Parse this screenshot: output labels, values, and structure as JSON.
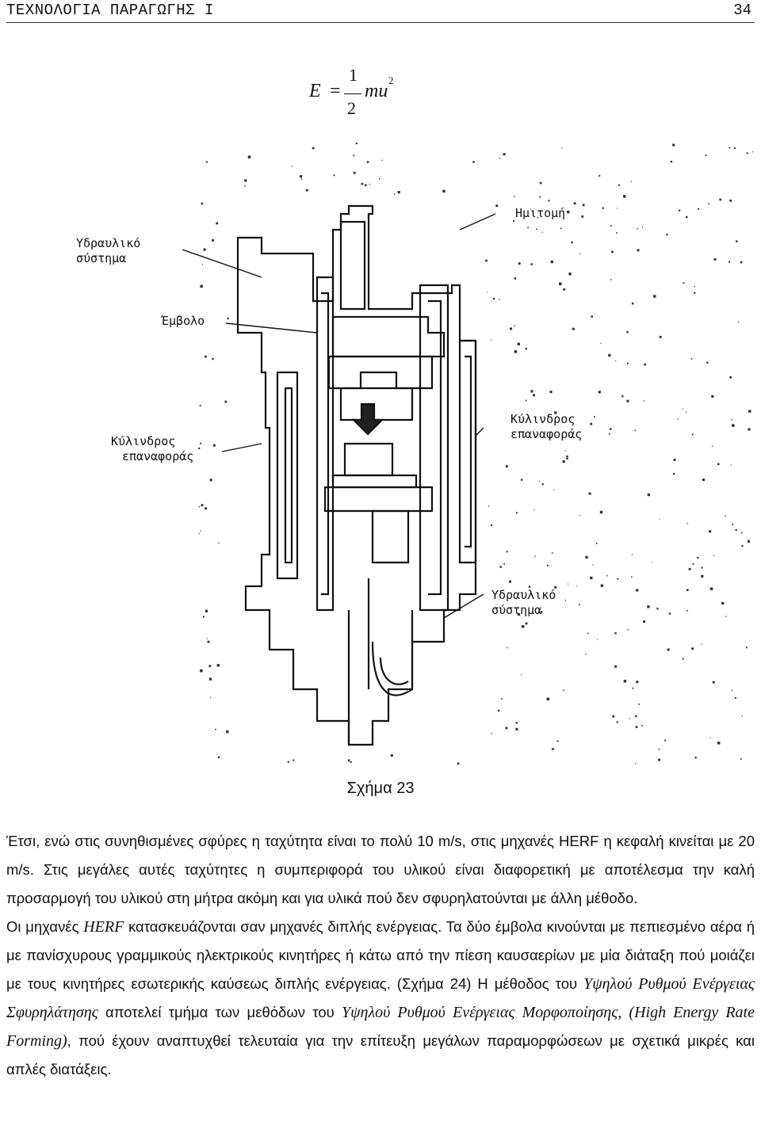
{
  "header": {
    "title": "ΤΕΧΝΟΛΟΓΙΑ ΠΑΡΑΓΩΓΗΣ Ι",
    "page": "34"
  },
  "formula": {
    "lhs": "E",
    "eq": "=",
    "numerator": "1",
    "denominator": "2",
    "rhs": "mu",
    "exponent": "2"
  },
  "figure": {
    "labels": {
      "hydraulic_top": [
        "Υδραυλικό",
        "σύστημα"
      ],
      "ram": "Έμβολο",
      "half_die": "Ημιτομή",
      "return_cyl_left": [
        "Κύλινδρος",
        "επαναφοράς"
      ],
      "return_cyl_right": [
        "Κύλινδρος",
        "επαναφοράς"
      ],
      "hydraulic_bottom": [
        "Υδραυλικό",
        "σύστημα"
      ]
    },
    "caption": "Σχήμα 23"
  },
  "body": {
    "p1": "Έτσι, ενώ στις συνηθισμένες σφύρες η ταχύτητα είναι το πολύ 10 m/s, στις μηχανές HERF η κεφαλή κινείται με 20 m/s. Στις μεγάλες αυτές ταχύτητες η συμπεριφορά του υλικού είναι διαφορετική με αποτέλεσμα την καλή προσαρμογή του υλικού στη μήτρα ακόμη και για υλικά πού δεν σφυρηλατούνται με άλλη μέθοδο.",
    "p2_pre": "Οι μηχανές ",
    "p2_herf": "HERF",
    "p2_mid1": " κατασκευάζονται σαν μηχανές διπλής ενέργειας. Τα δύο έμβολα κινούνται με πεπιεσμένο αέρα ή με πανίσχυρους γραμμικούς ηλεκτρικούς κινητήρες ή κάτω από την πίεση καυσαερίων με μία διάταξη πού μοιάζει με  τους κινητήρες εσωτερικής καύσεως διπλής ενέργειας. (Σχήμα 24) Η μέθοδος του ",
    "p2_i1": "Υψηλού Ρυθμού Ενέργειας Σφυρηλάτησης",
    "p2_mid2": " αποτελεί τμήμα των μεθόδων του ",
    "p2_i2": "Υψηλού Ρυθμού  Ενέργειας Μορφοποίησης, (High Energy Rate Forming)",
    "p2_end": ", πού έχουν αναπτυχθεί τελευταία για την επίτευξη μεγάλων παραμορφώσεων με σχετικά μικρές και απλές διατάξεις."
  }
}
